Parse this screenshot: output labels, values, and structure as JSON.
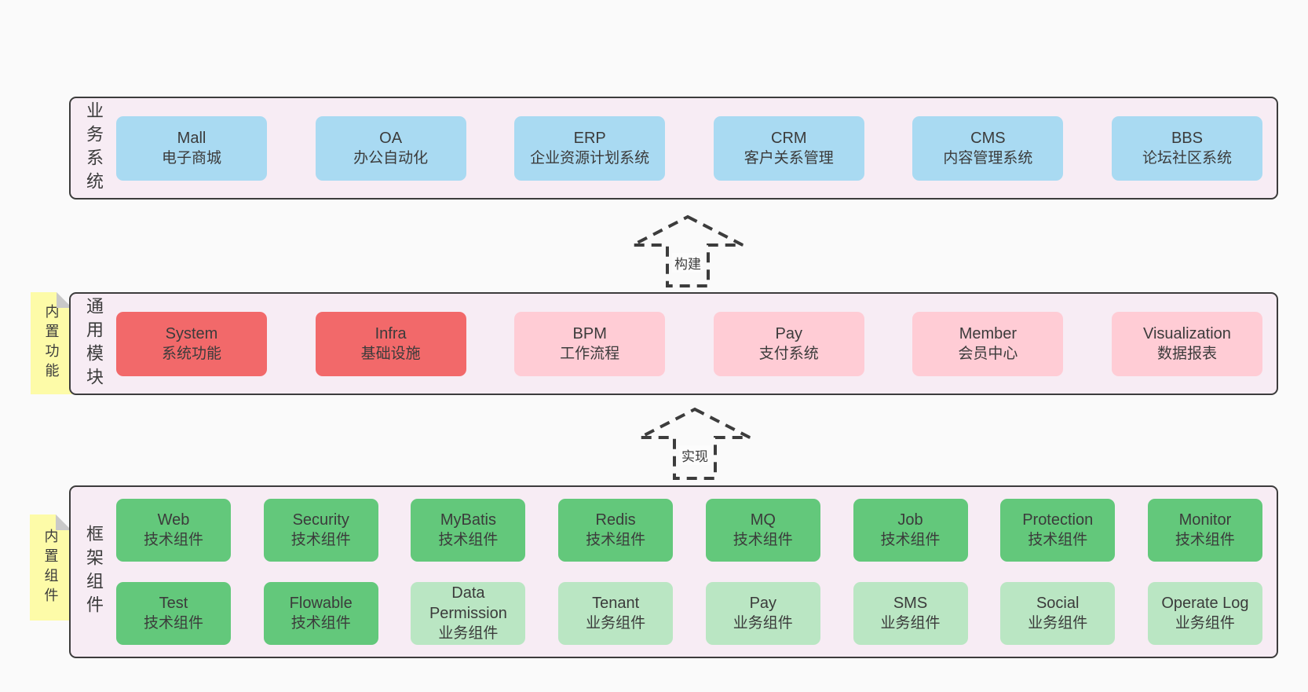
{
  "colors": {
    "canvas": "#fafafa",
    "section": "#f7ecf4",
    "line": "#3c3c3c",
    "text": "#3b3b3b",
    "blue": "#a9daf2",
    "red": "#f2696a",
    "pink": "#ffccd5",
    "green": "#63c87b",
    "lightgreen": "#bae6c3",
    "note": "#fdfba8",
    "fold": "#c9c9c9"
  },
  "arrows": [
    {
      "label": "构建"
    },
    {
      "label": "实现"
    }
  ],
  "sections": [
    {
      "label": "业务系统",
      "rows": [
        {
          "boxes": [
            {
              "name": "Mall",
              "desc": "电子商城"
            },
            {
              "name": "OA",
              "desc": "办公自动化"
            },
            {
              "name": "ERP",
              "desc": "企业资源计划系统"
            },
            {
              "name": "CRM",
              "desc": "客户关系管理"
            },
            {
              "name": "CMS",
              "desc": "内容管理系统"
            },
            {
              "name": "BBS",
              "desc": "论坛社区系统"
            }
          ]
        }
      ]
    },
    {
      "label": "通用模块",
      "note": "内置功能",
      "rows": [
        {
          "boxes": [
            {
              "name": "System",
              "desc": "系统功能"
            },
            {
              "name": "Infra",
              "desc": "基础设施"
            },
            {
              "name": "BPM",
              "desc": "工作流程"
            },
            {
              "name": "Pay",
              "desc": "支付系统"
            },
            {
              "name": "Member",
              "desc": "会员中心"
            },
            {
              "name": "Visualization",
              "desc": "数据报表"
            }
          ]
        }
      ]
    },
    {
      "label": "框架组件",
      "note": "内置组件",
      "rows": [
        {
          "boxes": [
            {
              "name": "Web",
              "desc": "技术组件"
            },
            {
              "name": "Security",
              "desc": "技术组件"
            },
            {
              "name": "MyBatis",
              "desc": "技术组件"
            },
            {
              "name": "Redis",
              "desc": "技术组件"
            },
            {
              "name": "MQ",
              "desc": "技术组件"
            },
            {
              "name": "Job",
              "desc": "技术组件"
            },
            {
              "name": "Protection",
              "desc": "技术组件"
            },
            {
              "name": "Monitor",
              "desc": "技术组件"
            }
          ]
        },
        {
          "boxes": [
            {
              "name": "Test",
              "desc": "技术组件"
            },
            {
              "name": "Flowable",
              "desc": "技术组件"
            },
            {
              "name": "Data Permission",
              "desc": "业务组件"
            },
            {
              "name": "Tenant",
              "desc": "业务组件"
            },
            {
              "name": "Pay",
              "desc": "业务组件"
            },
            {
              "name": "SMS",
              "desc": "业务组件"
            },
            {
              "name": "Social",
              "desc": "业务组件"
            },
            {
              "name": "Operate Log",
              "desc": "业务组件"
            }
          ]
        }
      ]
    }
  ]
}
